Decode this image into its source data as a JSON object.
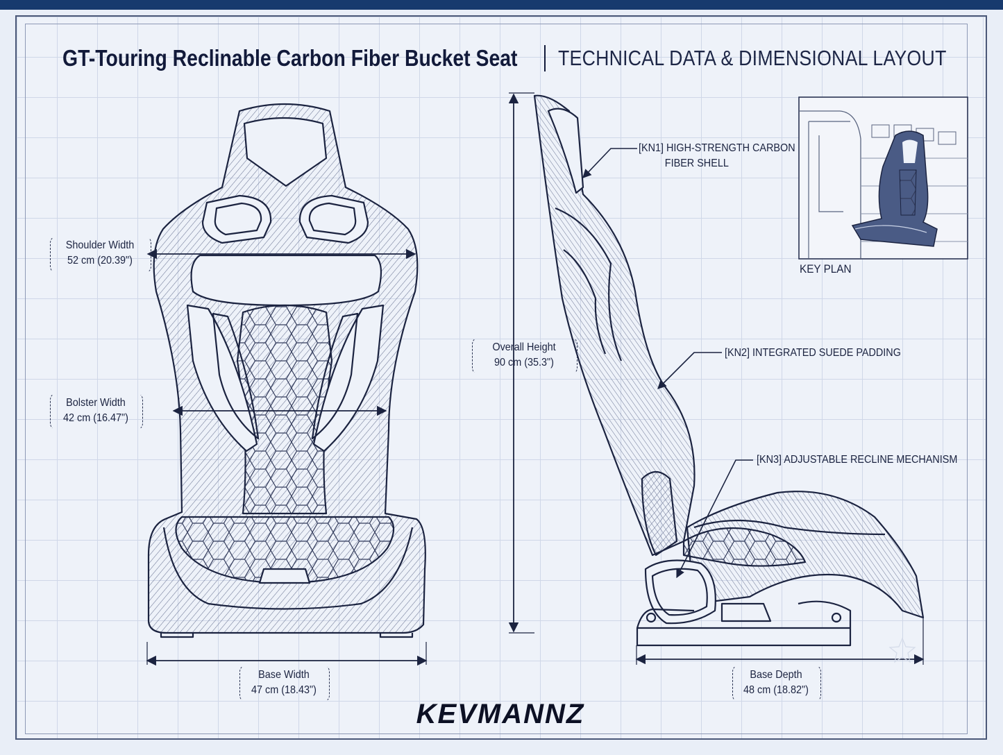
{
  "title": {
    "main": "GT-Touring Reclinable Carbon Fiber Bucket Seat",
    "sub": "TECHNICAL DATA & DIMENSIONAL LAYOUT"
  },
  "dimensions": {
    "shoulder_width": {
      "label": "Shoulder Width",
      "value": "52 cm (20.39\")"
    },
    "bolster_width": {
      "label": "Bolster Width",
      "value": "42 cm (16.47\")"
    },
    "base_width": {
      "label": "Base Width",
      "value": "47 cm (18.43\")"
    },
    "overall_height": {
      "label": "Overall Height",
      "value": "90 cm (35.3\")"
    },
    "base_depth": {
      "label": "Base Depth",
      "value": "48 cm (18.82\")"
    }
  },
  "callouts": {
    "kn1_line1": "[KN1] HIGH-STRENGTH CARBON",
    "kn1_line2": "FIBER SHELL",
    "kn2": "[KN2]  INTEGRATED SUEDE PADDING",
    "kn3": "[KN3] ADJUSTABLE RECLINE MECHANISM"
  },
  "key_plan": {
    "label": "KEY PLAN"
  },
  "brand": "KEVMANNZ",
  "colors": {
    "top_bar": "#173a6e",
    "ink": "#1b2340",
    "grid": "#cfd7e8",
    "paper": "#eef2f9",
    "keyplan_seat": "#3e4f78"
  }
}
